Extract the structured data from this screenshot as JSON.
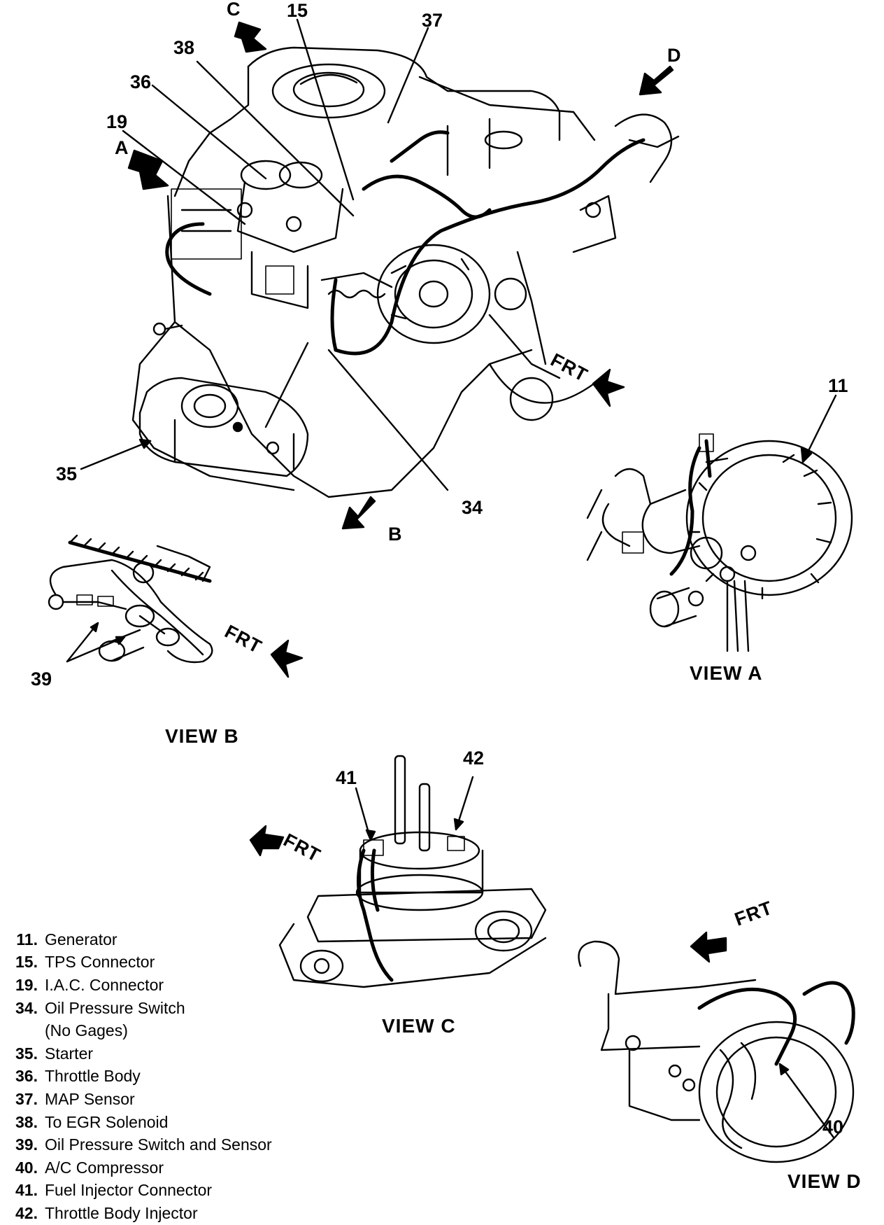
{
  "callouts": {
    "c11": "11",
    "c15": "15",
    "c19": "19",
    "c34": "34",
    "c35": "35",
    "c36": "36",
    "c37": "37",
    "c38": "38",
    "c39": "39",
    "c40": "40",
    "c41": "41",
    "c42": "42"
  },
  "view_arrows": {
    "a": "A",
    "b": "B",
    "c": "C",
    "d": "D"
  },
  "frt_label": "FRT",
  "views": {
    "a": "VIEW A",
    "b": "VIEW B",
    "c": "VIEW C",
    "d": "VIEW D"
  },
  "legend": [
    {
      "num": "11.",
      "text": "Generator"
    },
    {
      "num": "15.",
      "text": "TPS Connector"
    },
    {
      "num": "19.",
      "text": "I.A.C. Connector"
    },
    {
      "num": "34.",
      "text": "Oil Pressure Switch"
    },
    {
      "num": "",
      "text": "(No Gages)"
    },
    {
      "num": "35.",
      "text": "Starter"
    },
    {
      "num": "36.",
      "text": "Throttle Body"
    },
    {
      "num": "37.",
      "text": "MAP Sensor"
    },
    {
      "num": "38.",
      "text": "To EGR Solenoid"
    },
    {
      "num": "39.",
      "text": "Oil Pressure Switch and Sensor"
    },
    {
      "num": "40.",
      "text": "A/C Compressor"
    },
    {
      "num": "41.",
      "text": "Fuel Injector Connector"
    },
    {
      "num": "42.",
      "text": "Throttle Body Injector"
    }
  ]
}
